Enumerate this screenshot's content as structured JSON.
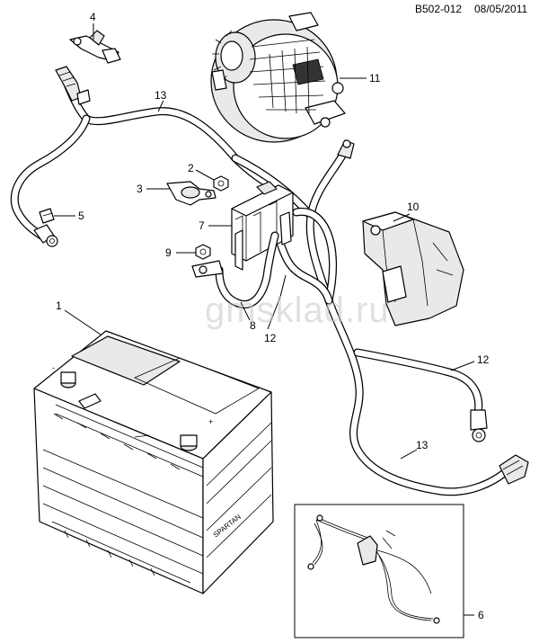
{
  "header": {
    "code": "B502-012",
    "date": "08/05/2011"
  },
  "watermark": "gmsklad.ru",
  "callouts": [
    {
      "id": "c1",
      "label": "1"
    },
    {
      "id": "c2",
      "label": "2"
    },
    {
      "id": "c3",
      "label": "3"
    },
    {
      "id": "c4",
      "label": "4"
    },
    {
      "id": "c5",
      "label": "5"
    },
    {
      "id": "c6",
      "label": "6"
    },
    {
      "id": "c7",
      "label": "7"
    },
    {
      "id": "c8",
      "label": "8"
    },
    {
      "id": "c9",
      "label": "9"
    },
    {
      "id": "c10",
      "label": "10"
    },
    {
      "id": "c11",
      "label": "11"
    },
    {
      "id": "c12a",
      "label": "12"
    },
    {
      "id": "c12b",
      "label": "12"
    },
    {
      "id": "c13a",
      "label": "13"
    },
    {
      "id": "c13b",
      "label": "13"
    }
  ]
}
